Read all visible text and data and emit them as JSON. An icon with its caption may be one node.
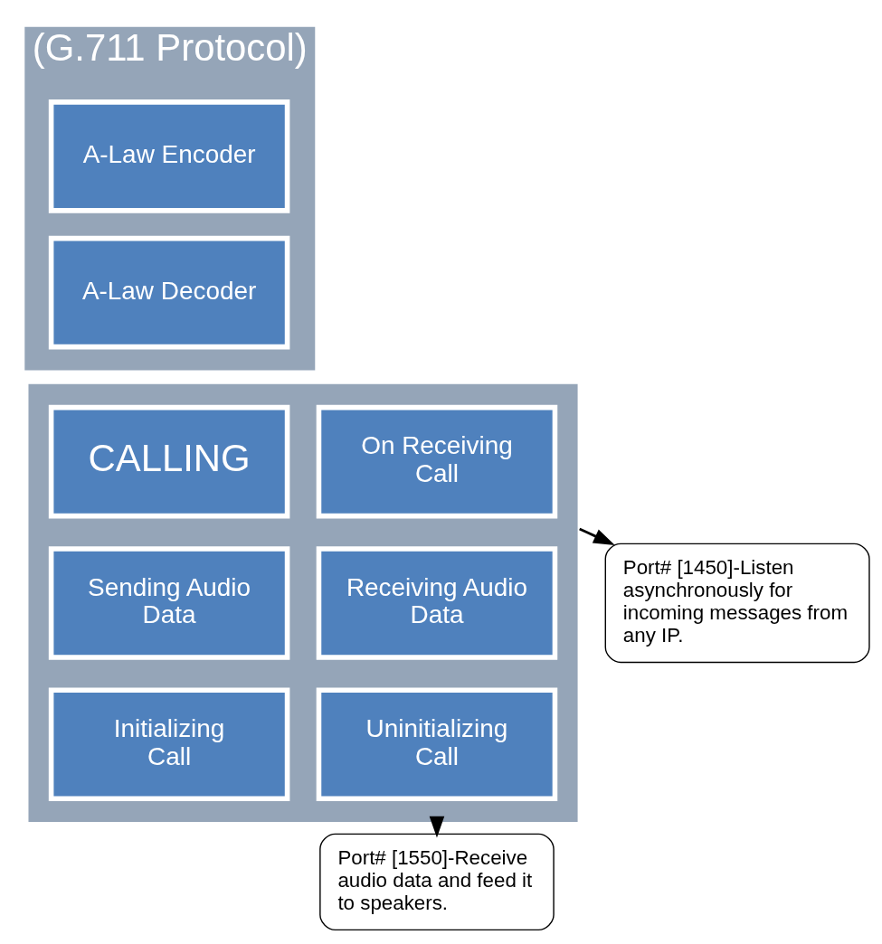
{
  "diagram": {
    "nodes": [
      {
        "text": [
          "(G.711 Protocol)"
        ]
      },
      {
        "text": [
          "A-Law Encoder"
        ],
        "in": 0
      },
      {
        "text": [
          "A-Law Decoder"
        ],
        "in": 0
      },
      {
        "text": [],
        "shape": "box"
      },
      {
        "text": [
          "CALLING"
        ],
        "in": 3
      },
      {
        "text": [
          "On Receiving Call"
        ],
        "in": 3
      },
      {
        "text": [
          "Sending Audio Data"
        ],
        "in": 3
      },
      {
        "text": [
          "Receiving Audio Data"
        ],
        "in": 3
      },
      {
        "text": [
          "Initializing Call"
        ],
        "in": 3
      },
      {
        "text": [
          "Uninitializing Call"
        ],
        "in": 3
      },
      {
        "text": [
          "Port# [1450]-Listen asynchronously for incoming messages from any IP."
        ]
      },
      {
        "text": [
          "Port# [1550]-Receive audio data and feed it to speakers."
        ]
      }
    ],
    "edges": [
      {
        "from": 3,
        "to": 10,
        "arrow": "to"
      },
      {
        "from": 3,
        "to": 11,
        "arrow": "to"
      }
    ]
  }
}
